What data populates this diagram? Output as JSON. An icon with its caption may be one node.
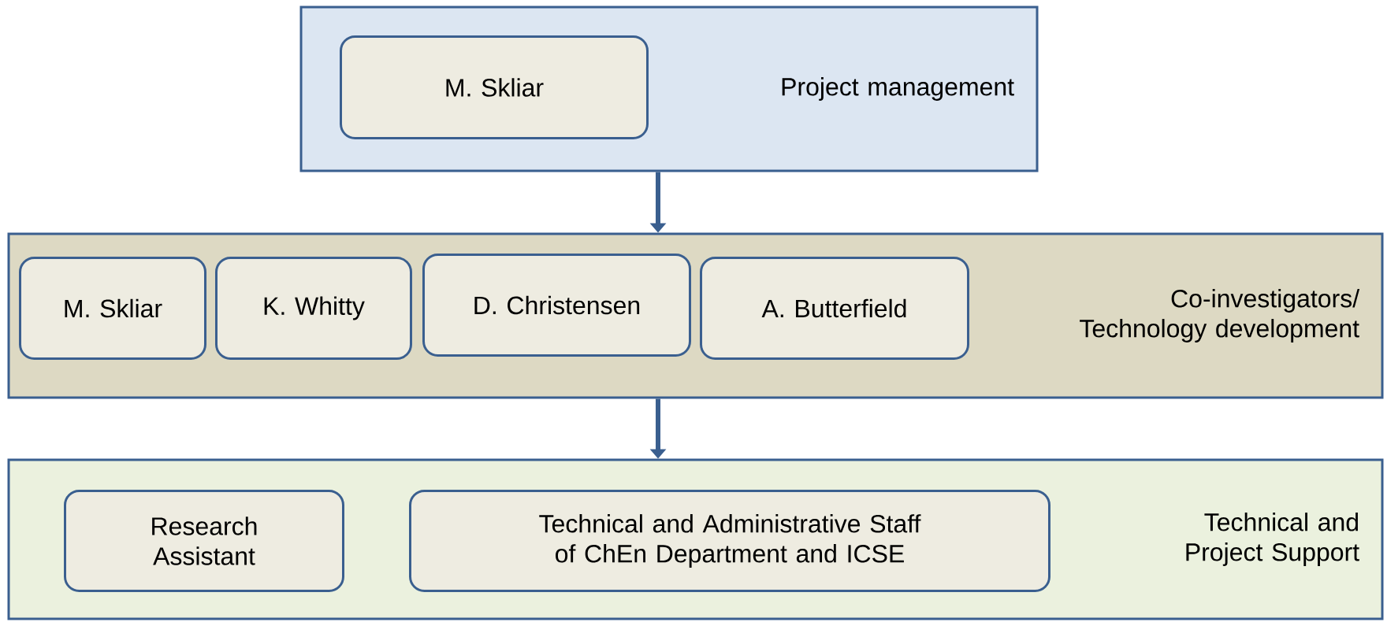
{
  "diagram": {
    "nodes": [
      {
        "text": [
          "Project management"
        ]
      },
      {
        "text": [
          "M. Skliar"
        ],
        "in": 0
      },
      {
        "text": [
          "Co-investigators/ Technology development"
        ]
      },
      {
        "text": [
          "M. Skliar"
        ],
        "in": 2
      },
      {
        "text": [
          "K. Whitty"
        ],
        "in": 2
      },
      {
        "text": [
          "D. Christensen"
        ],
        "in": 2
      },
      {
        "text": [
          "A. Butterfield"
        ],
        "in": 2
      },
      {
        "text": [
          "Technical and Project Support"
        ]
      },
      {
        "text": [
          "Research Assistant"
        ],
        "in": 7
      },
      {
        "text": [
          "Technical and Administrative Staff of ChEn Department and ICSE"
        ],
        "in": 7
      }
    ],
    "edges": [
      {
        "from": 0,
        "to": 2,
        "arrow": "to"
      },
      {
        "from": 2,
        "to": 7,
        "arrow": "to"
      }
    ]
  }
}
